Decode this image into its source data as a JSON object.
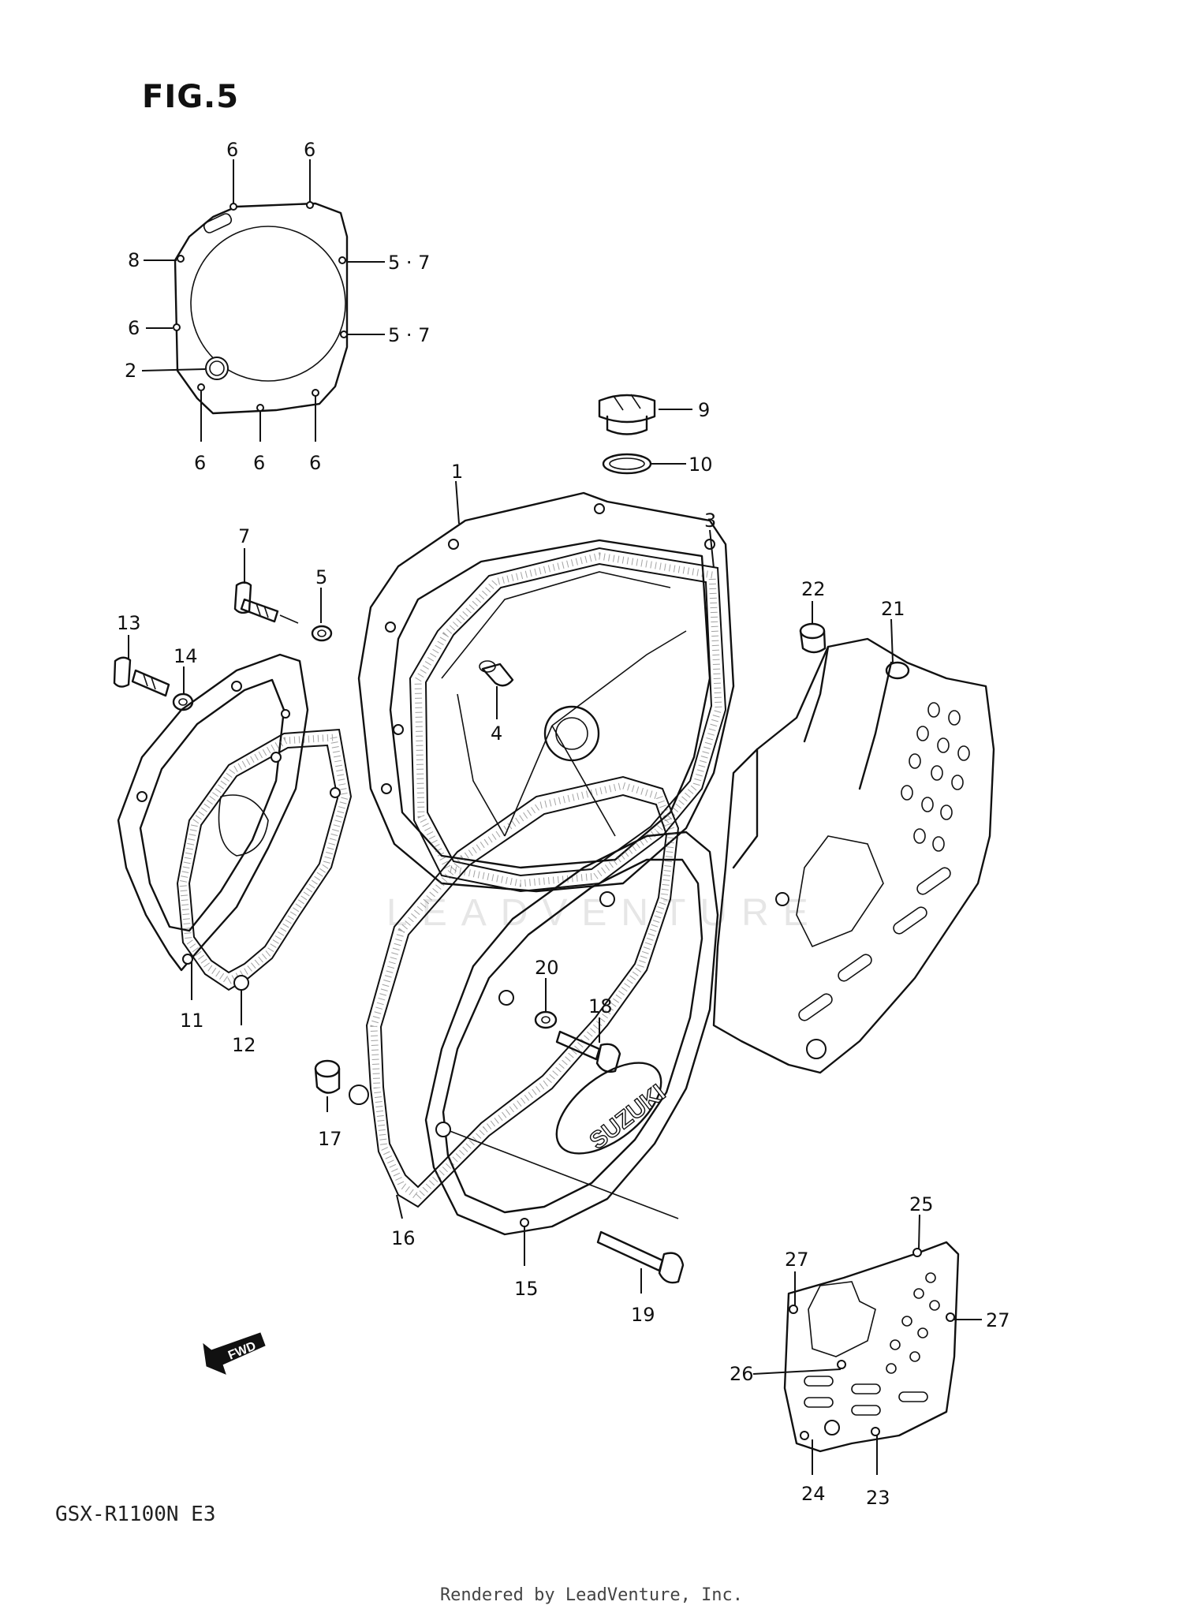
{
  "figure_title": "FIG.5",
  "model_code": "GSX-R1100N  E3",
  "footer": "Rendered by LeadVenture, Inc.",
  "watermark": "LEADVENTURE",
  "fwd_label": "FWD",
  "brand_logo": "SUZUKI",
  "callouts": {
    "n1": "1",
    "n2": "2",
    "n3": "3",
    "n4": "4",
    "n5a": "5",
    "n57a": "5 · 7",
    "n57b": "5 · 7",
    "n6a": "6",
    "n6b": "6",
    "n6c": "6",
    "n6d": "6",
    "n6e": "6",
    "n6f": "6",
    "n7": "7",
    "n8": "8",
    "n9": "9",
    "n10": "10",
    "n11": "11",
    "n12": "12",
    "n13": "13",
    "n14": "14",
    "n15": "15",
    "n16": "16",
    "n17": "17",
    "n18": "18",
    "n19": "19",
    "n20": "20",
    "n21": "21",
    "n22": "22",
    "n23": "23",
    "n24": "24",
    "n25": "25",
    "n26": "26",
    "n27a": "27",
    "n27b": "27"
  }
}
